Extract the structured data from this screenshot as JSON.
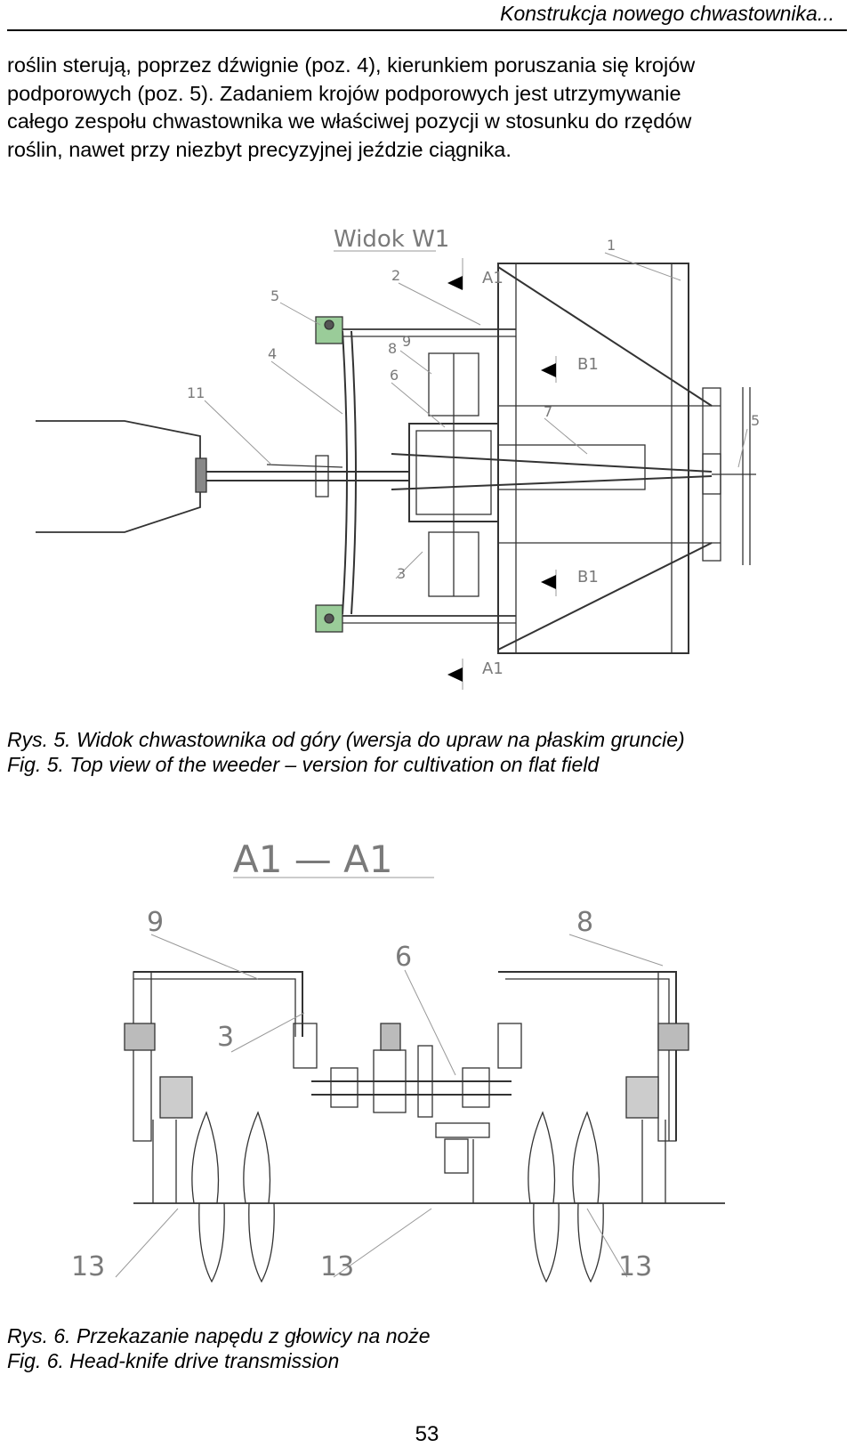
{
  "header": {
    "title": "Konstrukcja nowego chwastownika..."
  },
  "body_lines": [
    "roślin sterują, poprzez dźwignie (poz. 4), kierunkiem poruszania się krojów",
    "podporowych (poz. 5). Zadaniem krojów podporowych jest utrzymywanie",
    "całego zespołu chwastownika we właściwej pozycji w stosunku do rzędów",
    "roślin, nawet przy niezbyt precyzyjnej jeździe ciągnika."
  ],
  "figure5": {
    "view_label": "Widok W1",
    "labels": {
      "p1": "1",
      "p2": "2",
      "p3": "3",
      "p4": "4",
      "p5a": "5",
      "p5b": "5",
      "p6": "6",
      "p7": "7",
      "p8": "8",
      "p9": "9",
      "p11": "11",
      "a1_top": "A1",
      "a1_bottom": "A1",
      "b1_top": "B1",
      "b1_bottom": "B1"
    },
    "caption_pl": "Rys. 5. Widok chwastownika od góry (wersja do upraw na płaskim gruncie)",
    "caption_en": "Fig. 5. Top view of the weeder – version for cultivation on flat field"
  },
  "figure6": {
    "section_label": "A1 — A1",
    "labels": {
      "p9": "9",
      "p8": "8",
      "p6": "6",
      "p3": "3",
      "p13a": "13",
      "p13b": "13",
      "p13c": "13"
    },
    "caption_pl": "Rys. 6. Przekazanie napędu z głowicy na noże",
    "caption_en": "Fig. 6. Head-knife drive transmission"
  },
  "page_number": "53"
}
